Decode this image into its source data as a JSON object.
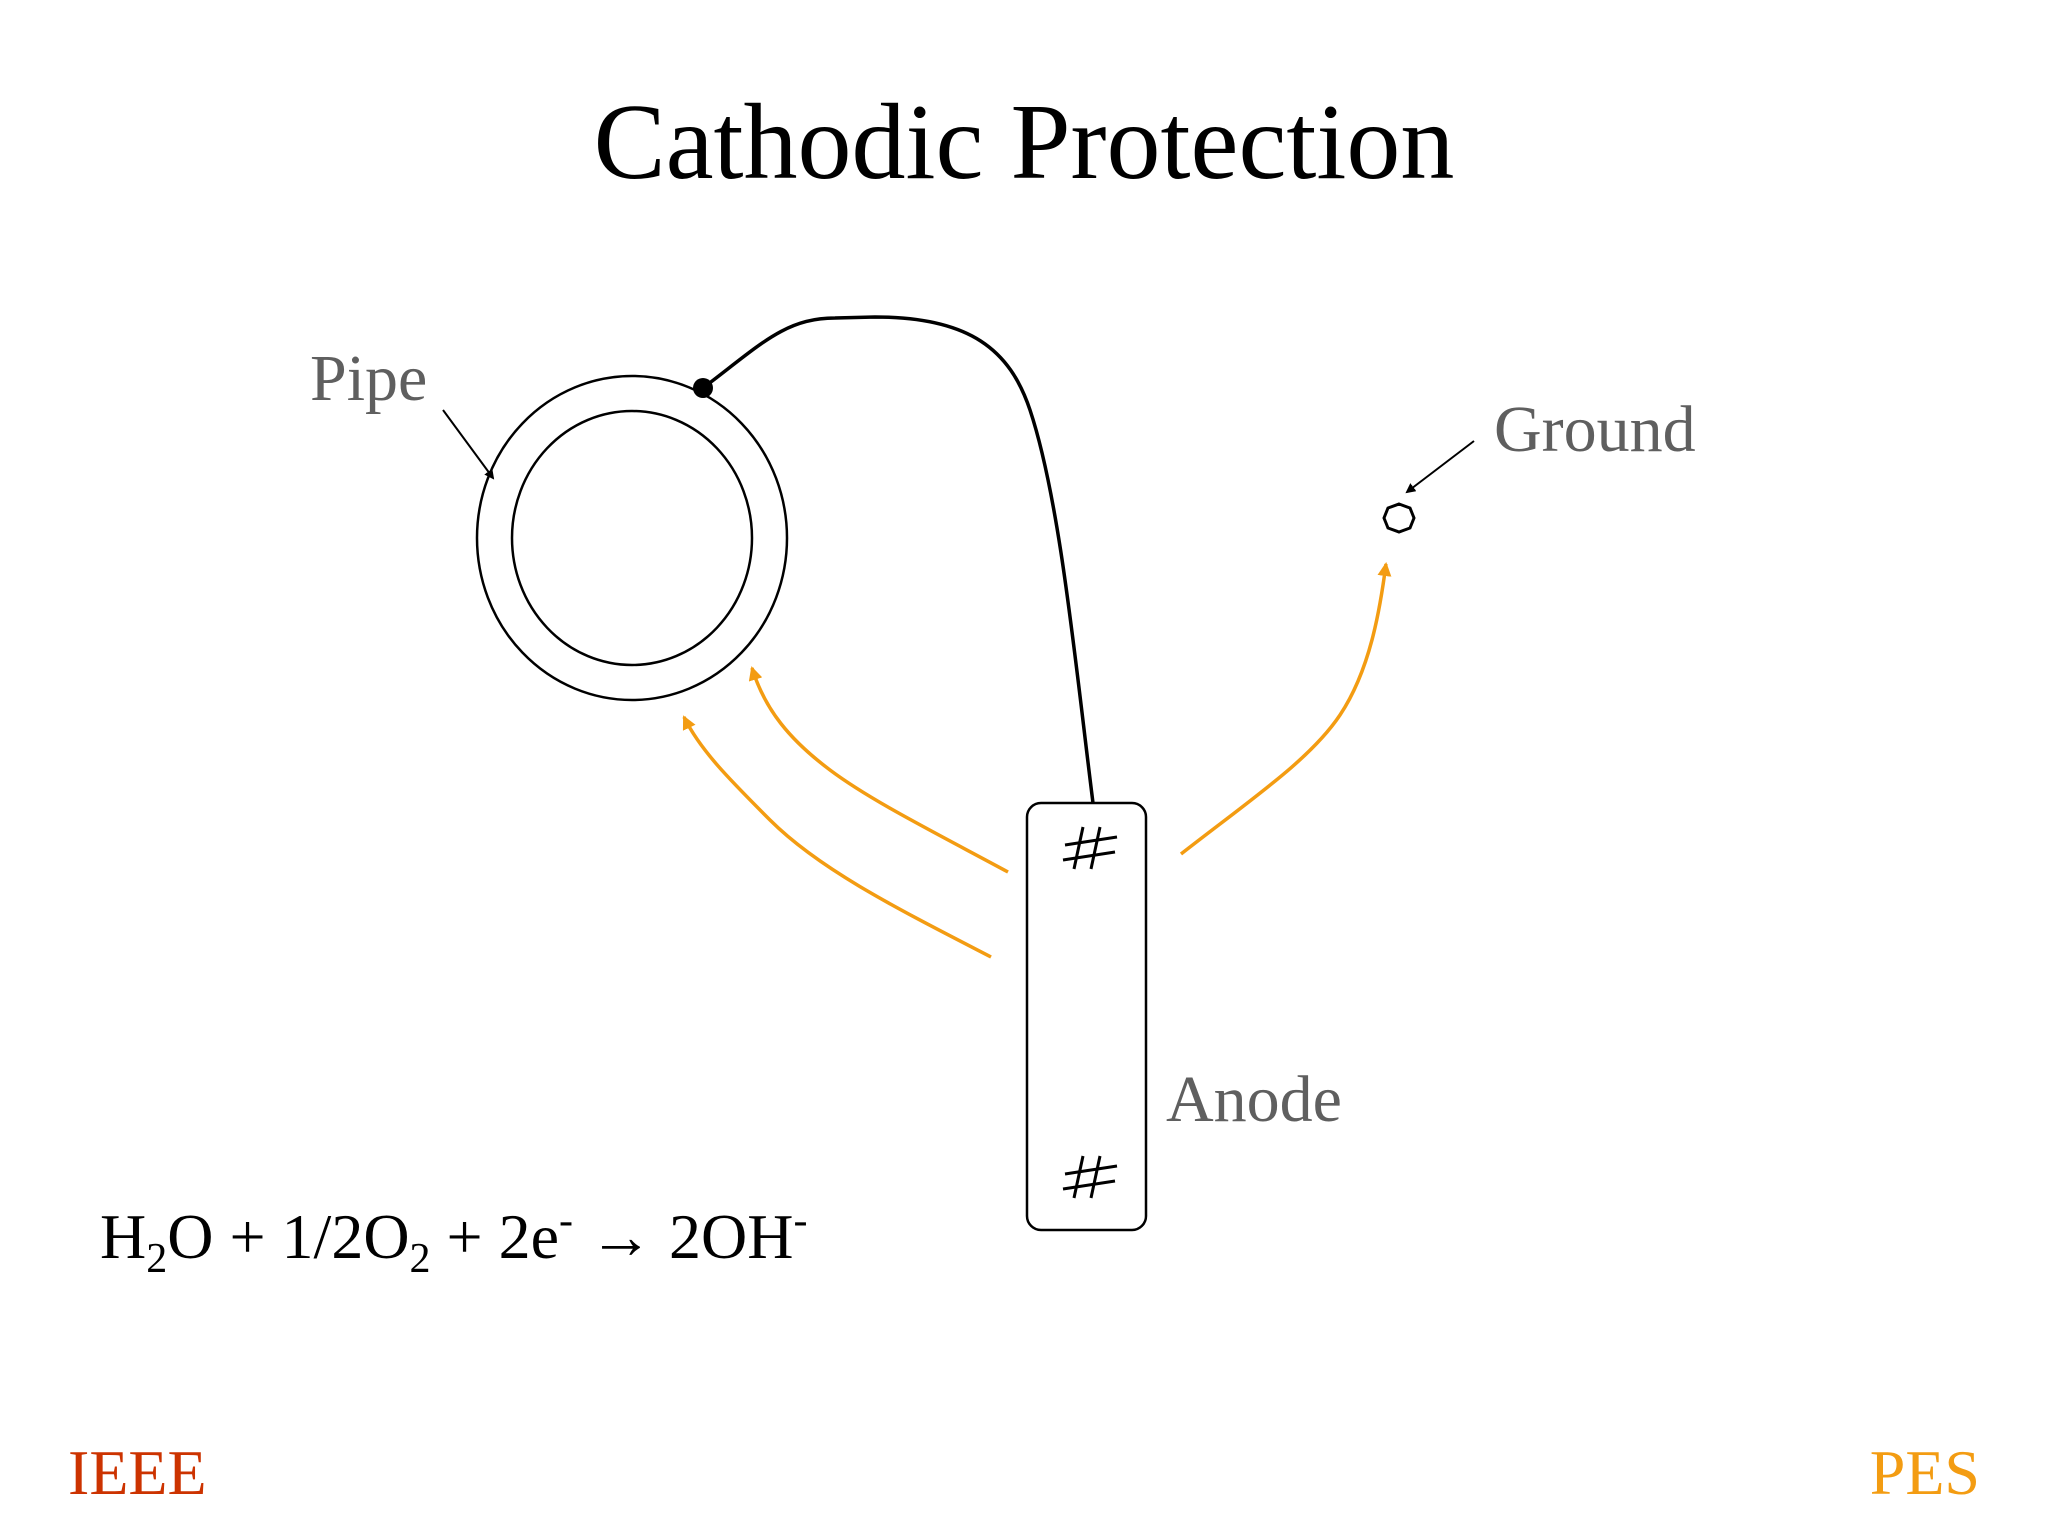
{
  "title": "Cathodic Protection",
  "labels": {
    "pipe": "Pipe",
    "ground": "Ground",
    "anode": "Anode"
  },
  "formula": {
    "p1": "H",
    "s1": "2",
    "p2": "O + 1/2O",
    "s2": "2",
    "p3": " + 2e",
    "sup1": "-",
    "p4": " → 2OH",
    "sup2": "-"
  },
  "footer": {
    "left": "IEEE",
    "right": "PES"
  },
  "colors": {
    "text": "#000000",
    "label": "#5f5f5f",
    "arrow": "#f39c12",
    "ieee": "#cc3300",
    "pes": "#f39c12"
  }
}
